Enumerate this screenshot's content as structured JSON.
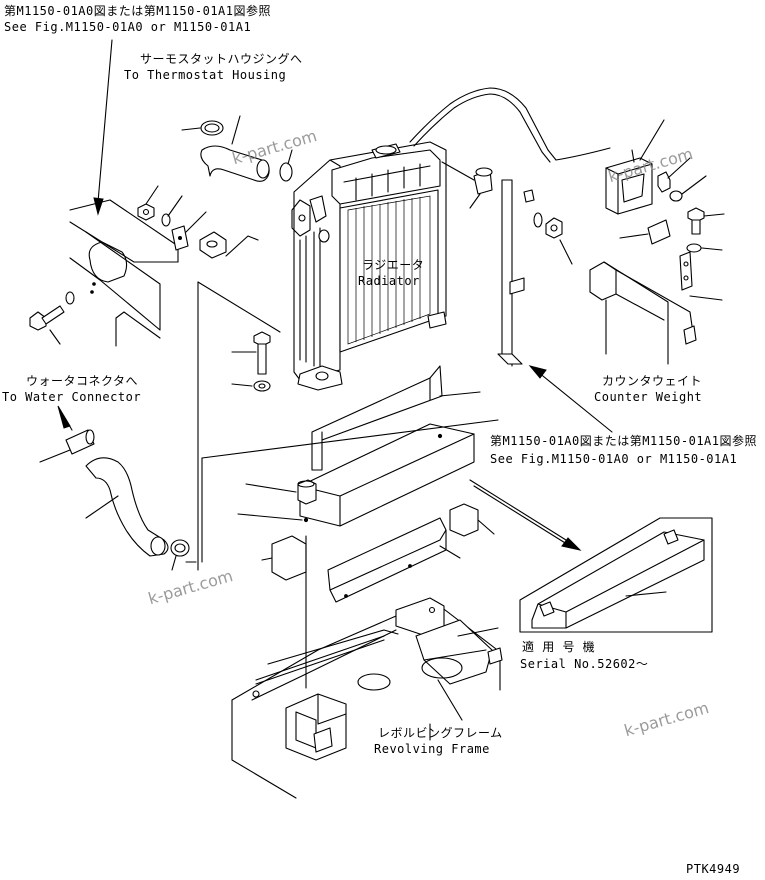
{
  "labels": {
    "ref_top_jp": "第M1150-01A0図または第M1150-01A1図参照",
    "ref_top_en": "See Fig.M1150-01A0 or M1150-01A1",
    "thermostat_jp": "サーモスタットハウジングへ",
    "thermostat_en": "To Thermostat Housing",
    "radiator_jp": "ラジエータ",
    "radiator_en": "Radiator",
    "water_jp": "ウォータコネクタへ",
    "water_en": "To Water Connector",
    "counterweight_jp": "カウンタウェイト",
    "counterweight_en": "Counter Weight",
    "ref_mid_jp": "第M1150-01A0図または第M1150-01A1図参照",
    "ref_mid_en": "See Fig.M1150-01A0 or M1150-01A1",
    "serial_jp": "適 用 号 機",
    "serial_en": "Serial No.52602～",
    "revolving_jp": "レボルビングフレーム",
    "revolving_en": "Revolving Frame",
    "drawing_code": "PTK4949"
  },
  "watermarks": [
    "k-part.com",
    "k-part.com",
    "k-part.com",
    "k-part.com"
  ]
}
